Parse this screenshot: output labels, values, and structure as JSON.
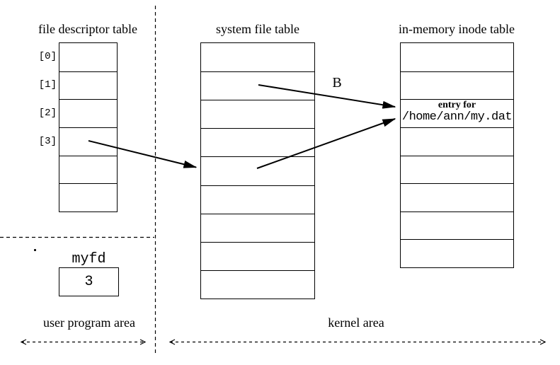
{
  "fd_table": {
    "title": "file descriptor table",
    "slot_labels": [
      "[0]",
      "[1]",
      "[2]",
      "[3]"
    ],
    "row_count": 6
  },
  "system_file_table": {
    "title": "system file table",
    "row_count": 9
  },
  "inode_table": {
    "title": "in-memory inode table",
    "row_count": 8,
    "entry": {
      "line1": "entry for",
      "line2": "/home/ann/my.dat"
    }
  },
  "myfd": {
    "label": "myfd",
    "value": "3"
  },
  "areas": {
    "user_label": "user program area",
    "kernel_label": "kernel area"
  },
  "annotations": {
    "arrow_b_label": "B"
  },
  "colors": {
    "ink": "#000000",
    "background": "#ffffff"
  }
}
